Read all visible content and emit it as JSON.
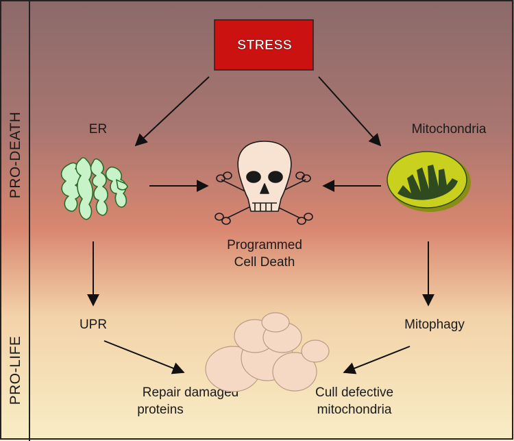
{
  "sidebar": {
    "top_label": "PRO-DEATH",
    "bottom_label": "PRO-LIFE"
  },
  "nodes": {
    "stress": "STRESS",
    "er": "ER",
    "mitochondria": "Mitochondria",
    "death_line1": "Programmed",
    "death_line2": "Cell Death",
    "upr": "UPR",
    "mitophagy": "Mitophagy",
    "repair_line1": "Repair damaged",
    "repair_line2": "proteins",
    "cull_line1": "Cull defective",
    "cull_line2": "mitochondria"
  },
  "colors": {
    "gradient_top": "#8b6a6a",
    "gradient_mid": "#d98770",
    "gradient_low": "#f3d3a9",
    "gradient_bottom": "#f8edc6",
    "stress_fill": "#cc1111",
    "er_fill": "#c8f3c8",
    "mito_outer": "#c9d11e",
    "mito_inner": "#2f4a1e",
    "cell_fill": "#f6d9c4"
  },
  "icons": {
    "er": "endoplasmic-reticulum-icon",
    "mitochondria": "mitochondrion-icon",
    "death": "skull-crossbones-icon",
    "cells": "dividing-cells-icon"
  }
}
